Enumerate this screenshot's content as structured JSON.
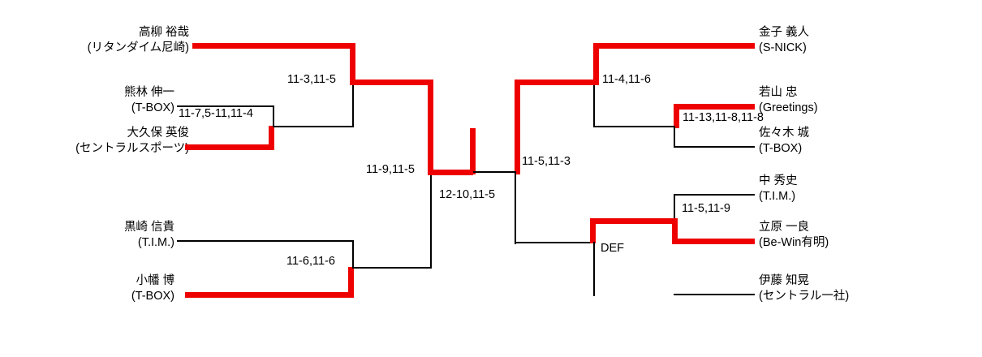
{
  "bracket": {
    "colors": {
      "winner_path": "#ee0000",
      "line": "#000000",
      "background": "#ffffff",
      "text": "#000000"
    },
    "left_players": [
      {
        "name": "高柳 裕哉",
        "affiliation": "(リタンダイム尼崎)"
      },
      {
        "name": "熊林 伸一",
        "affiliation": "(T-BOX)"
      },
      {
        "name": "大久保 英俊",
        "affiliation": "(セントラルスポーツ)"
      },
      {
        "name": "黒崎 信貴",
        "affiliation": "(T.I.M.)"
      },
      {
        "name": "小幡 博",
        "affiliation": "(T-BOX)"
      }
    ],
    "right_players": [
      {
        "name": "金子 義人",
        "affiliation": "(S-NICK)"
      },
      {
        "name": "若山 忠",
        "affiliation": "(Greetings)"
      },
      {
        "name": "佐々木 城",
        "affiliation": "(T-BOX)"
      },
      {
        "name": "中 秀史",
        "affiliation": "(T.I.M.)"
      },
      {
        "name": "立原 一良",
        "affiliation": "(Be-Win有明)"
      },
      {
        "name": "伊藤 知晃",
        "affiliation": "(セントラル一社)"
      }
    ],
    "scores": {
      "left_r1_lower": "11-7,5-11,11-4",
      "left_r2_upper": "11-3,11-5",
      "left_semi": "11-9,11-5",
      "left_lower_r2": "11-6,11-6",
      "final": "12-10,11-5",
      "right_r2_upper": "11-4,11-6",
      "right_r1_lower": "11-13,11-8,11-8",
      "right_semi": "11-5,11-3",
      "right_lower_r1": "11-5,11-9",
      "right_lower_r2": "DEF"
    }
  }
}
